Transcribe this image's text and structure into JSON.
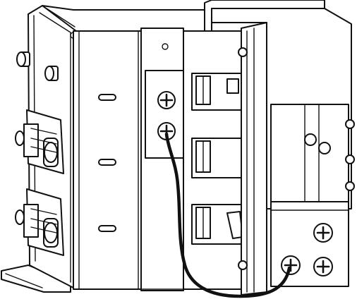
{
  "figure": {
    "subject": "breaker-assembly-with-grounding-cable",
    "colors": {
      "line": "#111111",
      "fill": "#ffffff"
    },
    "parts": {
      "left_frame": "left-frame-panel",
      "center_panel": "center-mounting-panel",
      "breaker_stack": "circuit-breaker-stack",
      "right_module": "right-module-housing",
      "cable": "grounding-cable",
      "base_plate": "base-mounting-plate"
    },
    "screws": {
      "center_plate_count": 2,
      "right_plate_count": 3
    },
    "icons": [
      "screw-icon",
      "terminal-lug-icon",
      "rivet-icon"
    ]
  }
}
